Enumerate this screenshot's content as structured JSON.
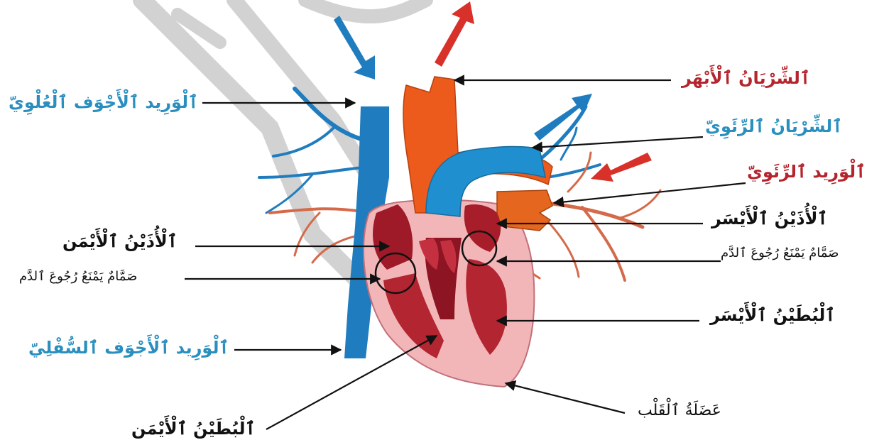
{
  "labels": {
    "aorta": "ٱلشِّرْيَانُ ٱلْأَبْهَر",
    "pulmonary_artery": "ٱلشِّرْيَانُ ٱلرِّئَوِيّ",
    "pulmonary_vein": "ٱلْوَرِيد ٱلرِّئَوِيّ",
    "left_atrium": "ٱلْأُذَيْنُ ٱلْأَيْسَر",
    "valve_left": "صَمَّامٌ يَمْنَعُ رُجُوعَ ٱلدَّم",
    "left_ventricle": "ٱلْبُطَيْنُ ٱلْأَيْسَر",
    "heart_muscle": "عَضَلَةُ ٱلْقَلْب",
    "superior_vena_cava": "ٱلْوَرِيد ٱلْأَجْوَف ٱلْعُلْوِيّ",
    "right_atrium": "ٱلْأُذَيْنُ ٱلْأَيْمَن",
    "valve_right": "صَمَّامٌ يَمْنَعُ رُجُوعَ ٱلدَّم",
    "inferior_vena_cava": "ٱلْوَرِيد ٱلْأَجْوَف ٱلسُّفْلِيّ",
    "right_ventricle": "ٱلْبُطَيْنُ ٱلْأَيْمَن"
  },
  "colors": {
    "red_label": "#b5252d",
    "blue_label": "#2a8fbf",
    "black_label": "#111111",
    "oxygenated": "#d8312a",
    "deoxygenated": "#1f7dbf",
    "aorta_orange": "#ec5a1c",
    "heart_pink": "#f2b6b8",
    "heart_dark": "#9e1a28"
  }
}
